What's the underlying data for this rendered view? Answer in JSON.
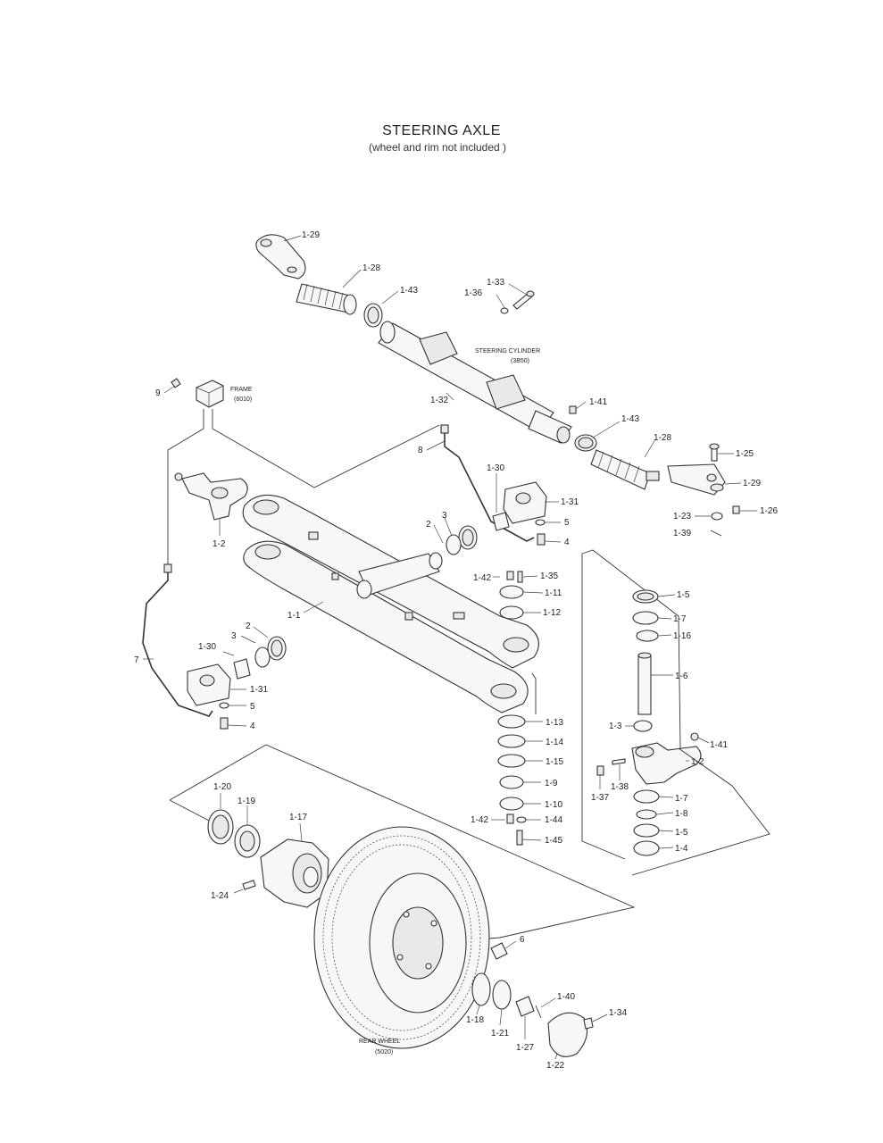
{
  "title": "STEERING AXLE",
  "subtitle": "(wheel and rim not included )",
  "callouts": {
    "frame": "FRAME",
    "frame_code": "(6010)",
    "cylinder": "STEERING CYLINDER",
    "cylinder_code": "(3B50)",
    "rear_wheel": "REAR WHEEL",
    "rear_wheel_code": "(5020)"
  },
  "part_labels": [
    "1-29",
    "1-28",
    "1-43",
    "1-33",
    "1-36",
    "1-32",
    "1-41",
    "1-43",
    "1-28",
    "1-25",
    "1-29",
    "1-23",
    "1-26",
    "1-39",
    "9",
    "8",
    "1-30",
    "1-31",
    "3",
    "2",
    "5",
    "4",
    "1-2",
    "1-42",
    "1-35",
    "1-11",
    "1-12",
    "1-5",
    "1-7",
    "1-16",
    "1-1",
    "1-6",
    "7",
    "1-30",
    "3",
    "2",
    "1-31",
    "5",
    "4",
    "1-13",
    "1-14",
    "1-15",
    "1-9",
    "1-10",
    "1-42",
    "1-44",
    "1-45",
    "1-3",
    "1-41",
    "1-2",
    "1-37",
    "1-38",
    "1-7",
    "1-8",
    "1-5",
    "1-4",
    "1-20",
    "1-19",
    "1-17",
    "1-24",
    "6",
    "1-40",
    "1-34",
    "1-18",
    "1-21",
    "1-27",
    "1-22"
  ]
}
